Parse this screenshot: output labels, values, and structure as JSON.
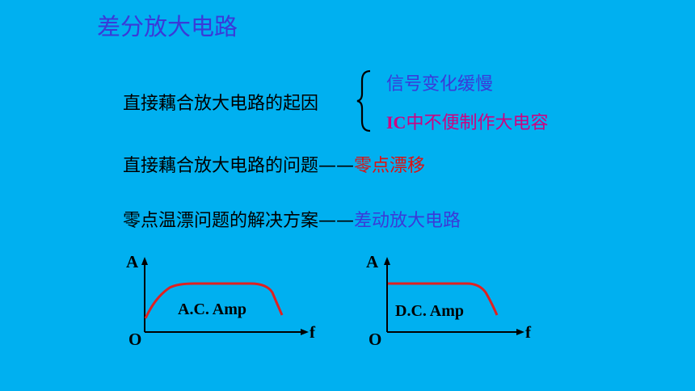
{
  "slide": {
    "title": "差分放大电路",
    "cause_label": "直接藕合放大电路的起因",
    "causes": [
      "信号变化缓慢",
      "IC中不便制作大电容"
    ],
    "problem_label": "直接藕合放大电路的问题——",
    "problem_value": "零点漂移",
    "solution_label": "零点温漂问题的解决方案——",
    "solution_value": "差动放大电路"
  },
  "graphs": [
    {
      "caption": "A.C.  Amp",
      "y_label": "A",
      "x_label": "f",
      "origin": "O"
    },
    {
      "caption": "D.C.  Amp",
      "y_label": "A",
      "x_label": "f",
      "origin": "O"
    }
  ],
  "colors": {
    "background": "#00b0f0",
    "title": "#3a3ad8",
    "highlight_red": "#e01010",
    "highlight_blue": "#3a3ad8",
    "magenta": "#d00080",
    "curve": "#e02020"
  }
}
